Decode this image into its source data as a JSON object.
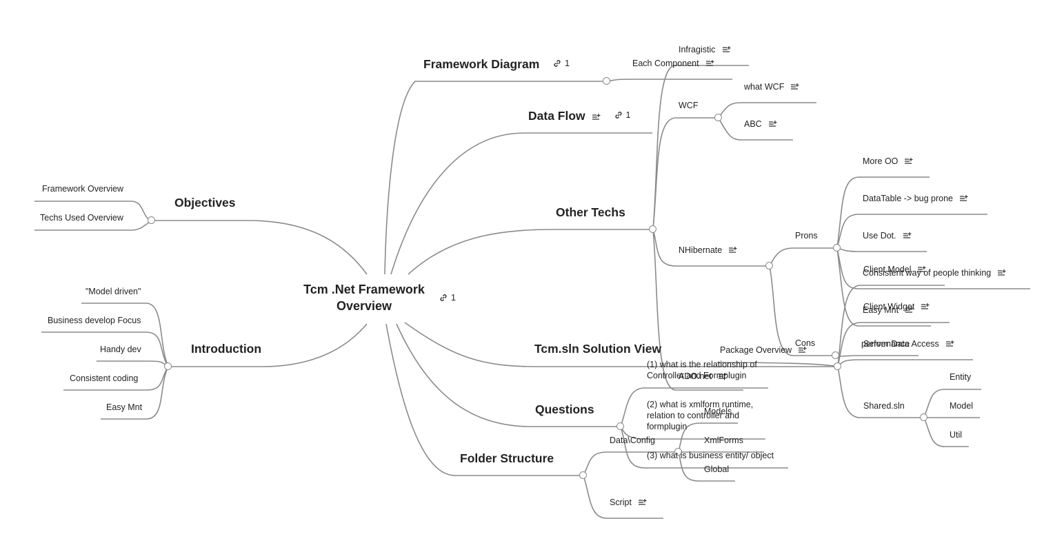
{
  "root": {
    "title": "Tcm .Net Framework Overview",
    "link_count": "1"
  },
  "left": {
    "objectives": {
      "label": "Objectives",
      "items": [
        "Framework Overview",
        "Techs Used Overview"
      ]
    },
    "introduction": {
      "label": "Introduction",
      "items": [
        "\"Model driven\"",
        "Business develop Focus",
        "Handy dev",
        "Consistent coding",
        "Easy Mnt"
      ]
    }
  },
  "right": {
    "framework_diagram": {
      "label": "Framework Diagram",
      "link_count": "1",
      "child": "Each Component"
    },
    "data_flow": {
      "label": "Data Flow",
      "link_count": "1"
    },
    "other_techs": {
      "label": "Other Techs",
      "infragistic": "Infragistic",
      "wcf": {
        "label": "WCF",
        "items": [
          "what WCF",
          "ABC"
        ]
      },
      "nhibernate": {
        "label": "NHibernate",
        "prons": {
          "label": "Prons",
          "items": [
            "More OO",
            "DataTable -> bug prone",
            "Use Dot.",
            "Consistent way of people thinking",
            "Easy Mnt"
          ]
        },
        "cons": {
          "label": "Cons",
          "items": [
            "performance"
          ]
        }
      },
      "ado_net": "ADO.net"
    },
    "solution_view": {
      "label": "Tcm.sln Solution View",
      "package_overview": "Package Overview",
      "items": [
        "Client Model",
        "Client Widget",
        "Server Data Access"
      ],
      "shared": {
        "label": "Shared.sln",
        "items": [
          "Entity",
          "Model",
          "Util"
        ]
      }
    },
    "questions": {
      "label": "Questions",
      "items": [
        "(1) what is the relationship of Controller and Formplugin",
        "(2) what is xmlform runtime, relation to controller and formplugin",
        "(3) what is business entity/ object"
      ]
    },
    "folder_structure": {
      "label": "Folder Structure",
      "data_config": {
        "label": "Data\\Config",
        "items": [
          "Models",
          "XmlForms",
          "Global"
        ]
      },
      "script": "Script"
    }
  },
  "colors": {
    "line": "#8a8a8a",
    "text": "#222222",
    "background": "#ffffff"
  }
}
